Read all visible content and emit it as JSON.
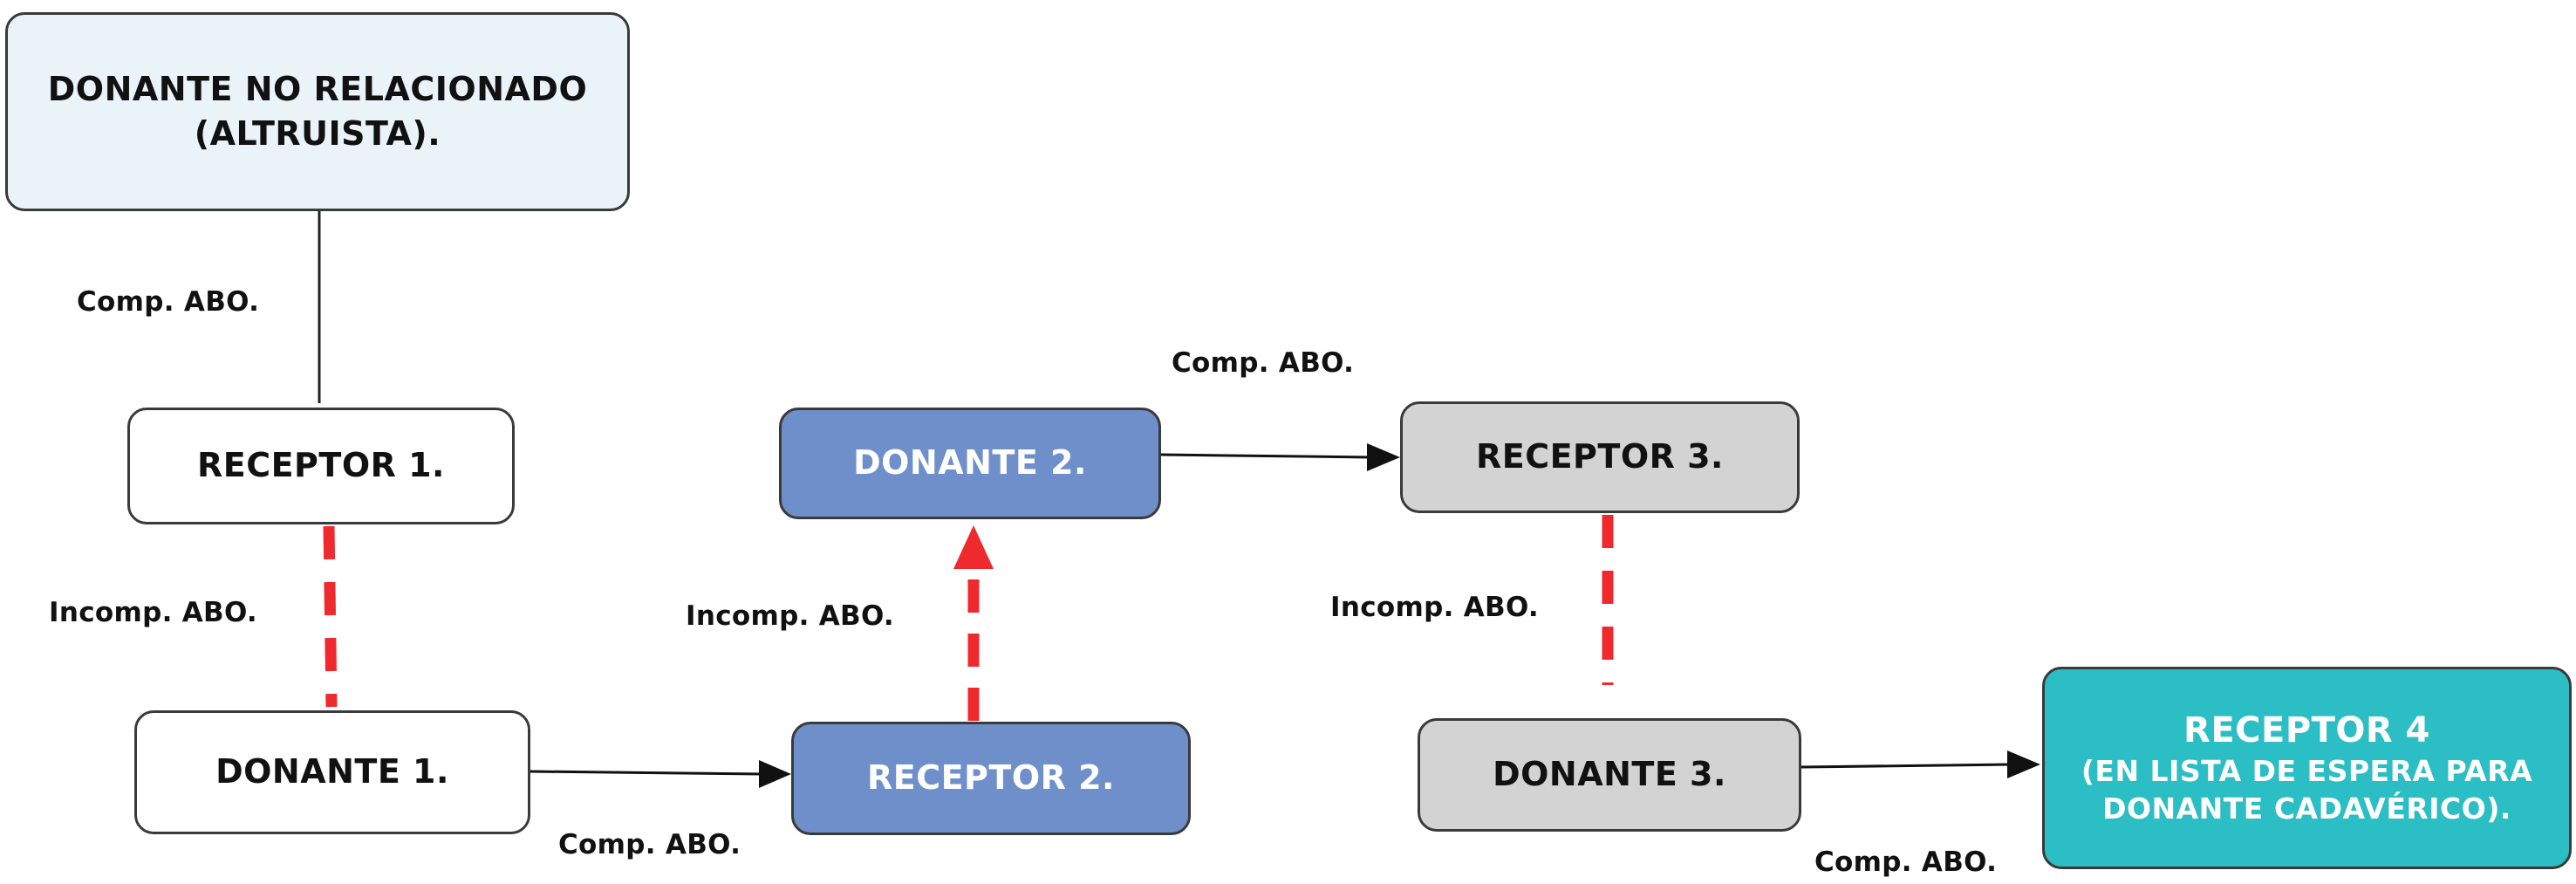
{
  "nodes": {
    "donante_altruista": {
      "lines": [
        "DONANTE NO RELACIONADO",
        "(ALTRUISTA)."
      ],
      "fill": "#eaf3f8",
      "text_color": "#111111"
    },
    "receptor_1": {
      "lines": [
        "RECEPTOR 1."
      ],
      "fill": "#ffffff",
      "text_color": "#111111"
    },
    "donante_1": {
      "lines": [
        "DONANTE 1."
      ],
      "fill": "#ffffff",
      "text_color": "#111111"
    },
    "donante_2": {
      "lines": [
        "DONANTE 2."
      ],
      "fill": "#6f8fca",
      "text_color": "#ffffff"
    },
    "receptor_2": {
      "lines": [
        "RECEPTOR 2."
      ],
      "fill": "#6f8fca",
      "text_color": "#ffffff"
    },
    "receptor_3": {
      "lines": [
        "RECEPTOR 3."
      ],
      "fill": "#d3d3d3",
      "text_color": "#111111"
    },
    "donante_3": {
      "lines": [
        "DONANTE 3."
      ],
      "fill": "#d3d3d3",
      "text_color": "#111111"
    },
    "receptor_4": {
      "lines": [
        "RECEPTOR 4",
        "(EN LISTA DE ESPERA PARA",
        "DONANTE CADAVÉRICO)."
      ],
      "fill": "#2bbec4",
      "text_color": "#ffffff"
    }
  },
  "edge_labels": {
    "comp_abo_1": "Comp. ABO.",
    "incomp_abo_1": "Incomp. ABO.",
    "comp_abo_2": "Comp. ABO.",
    "incomp_abo_2": "Incomp. ABO.",
    "comp_abo_3": "Comp. ABO.",
    "incomp_abo_3": "Incomp. ABO.",
    "comp_abo_4": "Comp. ABO."
  },
  "connector_colors": {
    "compatible": "#111111",
    "incompatible": "#ee2a2e"
  }
}
